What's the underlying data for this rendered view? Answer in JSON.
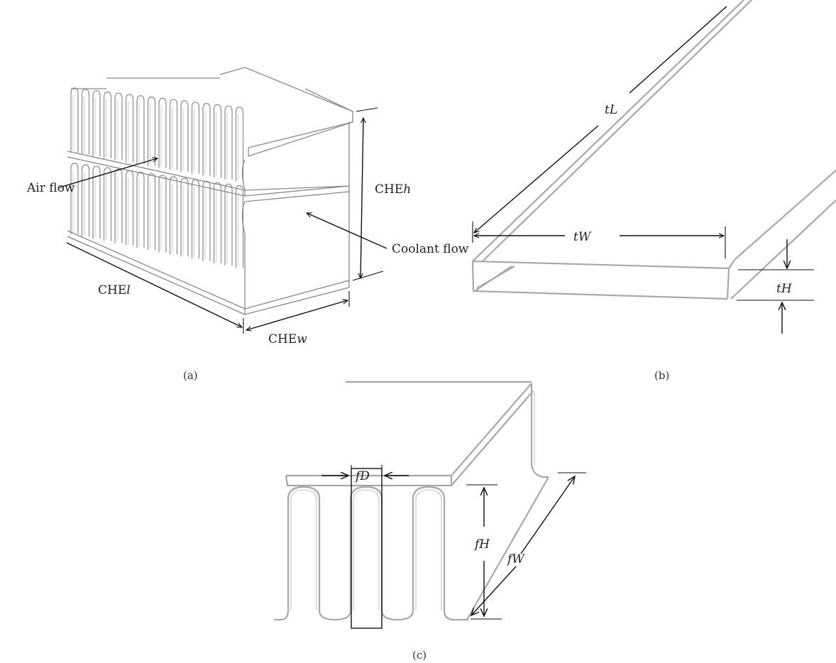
{
  "panel_a": {
    "caption": "(a)",
    "air_flow": "Air flow",
    "coolant_flow": "Coolant flow",
    "che_h": "CHEh",
    "che_l": "CHEl",
    "che_w": "CHEw"
  },
  "panel_b": {
    "caption": "(b)",
    "tL": "tL",
    "tW": "tW",
    "tH": "tH"
  },
  "panel_c": {
    "caption": "(c)",
    "fD": "fD",
    "fH": "fH",
    "fW": "fW"
  }
}
